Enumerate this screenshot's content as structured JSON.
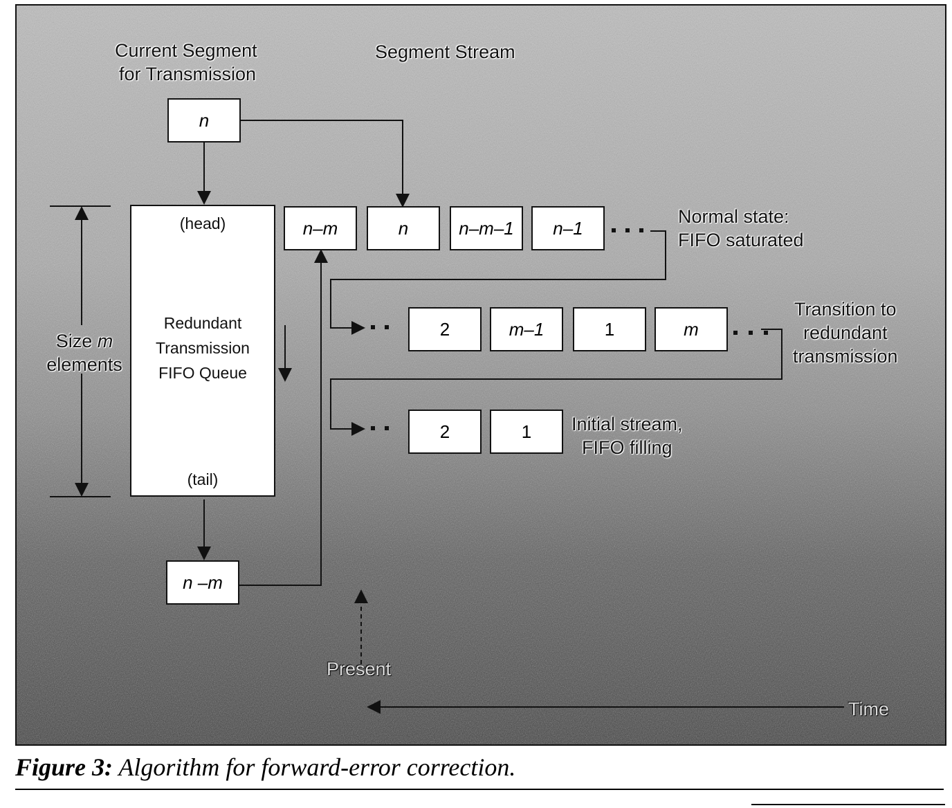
{
  "labels": {
    "current_segment_line1": "Current Segment",
    "current_segment_line2": "for Transmission",
    "segment_stream": "Segment Stream",
    "normal_state_line1": "Normal state:",
    "normal_state_line2": "FIFO saturated",
    "transition_line1": "Transition to",
    "transition_line2": "redundant",
    "transition_line3": "transmission",
    "initial_line1": "Initial stream,",
    "initial_line2": "FIFO filling",
    "size_line1_prefix": "Size",
    "size_line1_var": "m",
    "size_line2": "elements",
    "present": "Present",
    "time": "Time"
  },
  "fifo": {
    "head": "(head)",
    "title_line1": "Redundant",
    "title_line2": "Transmission",
    "title_line3": "FIFO Queue",
    "tail": "(tail)"
  },
  "current_segment": "n",
  "output_segment": "n –m",
  "rows": {
    "normal": [
      "n–m",
      "n",
      "n–m–1",
      "n–1"
    ],
    "transition": [
      "2",
      "m–1",
      "1",
      "m"
    ],
    "initial": [
      "2",
      "1"
    ]
  },
  "caption": {
    "figure": "Figure 3:",
    "text": "Algorithm for forward-error correction."
  }
}
